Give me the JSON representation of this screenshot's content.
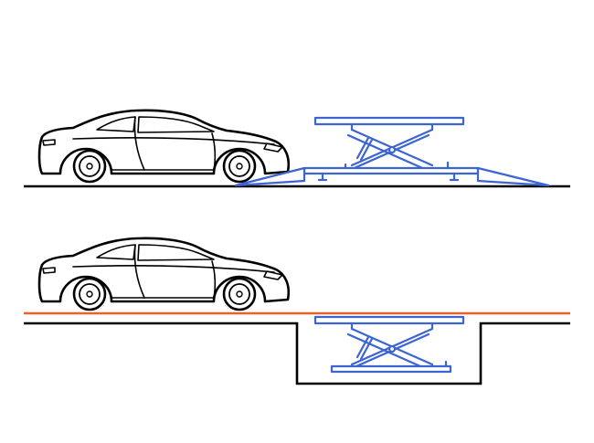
{
  "diagram": {
    "type": "illustration",
    "panels": [
      "car-next-to-surface-mounted-scissor-lift-with-ramps",
      "car-next-to-pit-mounted-scissor-lift-flush-with-floor"
    ]
  },
  "colors": {
    "outline": "#000000",
    "lift": "#3c64d2",
    "floor_level": "#e8622c",
    "background": "#ffffff"
  },
  "icons": {
    "car": "car-icon",
    "lift": "scissor-lift-icon"
  }
}
